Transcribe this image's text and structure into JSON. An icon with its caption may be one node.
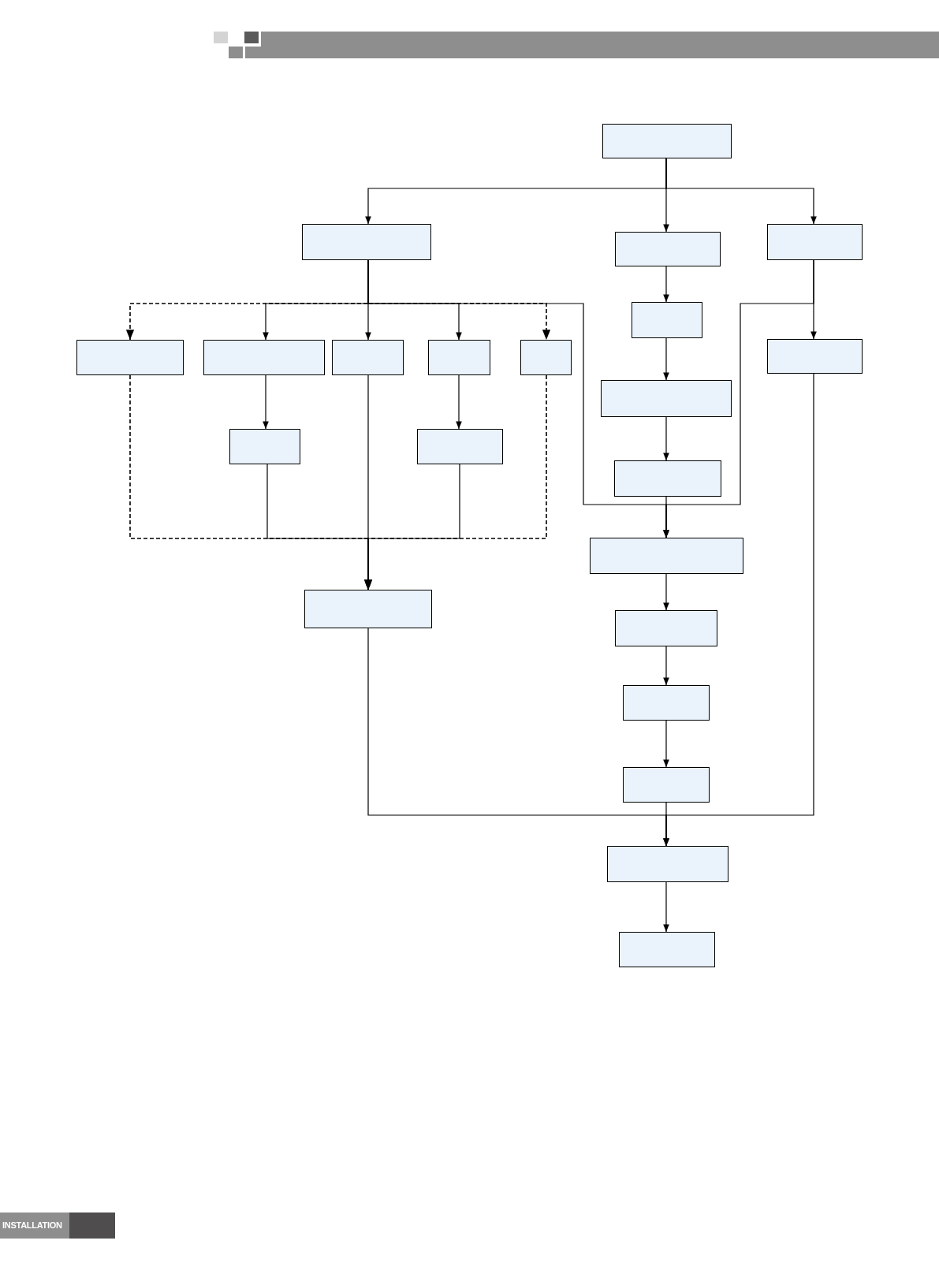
{
  "diagram": {
    "nodes": [
      {
        "text": [],
        "shape": "box"
      },
      {
        "text": [],
        "shape": "box"
      },
      {
        "text": [],
        "shape": "box"
      },
      {
        "text": [],
        "shape": "box"
      },
      {
        "text": [],
        "shape": "box"
      },
      {
        "text": [],
        "shape": "box"
      },
      {
        "text": [],
        "shape": "box"
      },
      {
        "text": [],
        "shape": "box"
      },
      {
        "text": [],
        "shape": "box"
      },
      {
        "text": [],
        "shape": "box"
      },
      {
        "text": [],
        "shape": "box"
      },
      {
        "text": [],
        "shape": "box"
      },
      {
        "text": [],
        "shape": "box"
      },
      {
        "text": [],
        "shape": "box"
      },
      {
        "text": [],
        "shape": "box"
      },
      {
        "text": [],
        "shape": "box"
      },
      {
        "text": [],
        "shape": "box"
      },
      {
        "text": [],
        "shape": "box"
      },
      {
        "text": [],
        "shape": "box"
      },
      {
        "text": [],
        "shape": "box"
      },
      {
        "text": [],
        "shape": "box"
      },
      {
        "text": [],
        "shape": "box"
      }
    ],
    "edges": [
      {
        "from": 0,
        "to": 1,
        "arrow": "to"
      },
      {
        "from": 0,
        "to": 2,
        "arrow": "to"
      },
      {
        "from": 0,
        "to": 3,
        "arrow": "to"
      },
      {
        "from": 1,
        "to": 4,
        "arrow": "to",
        "style": "dashed"
      },
      {
        "from": 1,
        "to": 5,
        "arrow": "to"
      },
      {
        "from": 1,
        "to": 6,
        "arrow": "to"
      },
      {
        "from": 1,
        "to": 7,
        "arrow": "to"
      },
      {
        "from": 1,
        "to": 8,
        "arrow": "to",
        "style": "dashed"
      },
      {
        "from": 1,
        "to": 15,
        "arrow": "to"
      },
      {
        "from": 2,
        "to": 9,
        "arrow": "to"
      },
      {
        "from": 3,
        "to": 10,
        "arrow": "to"
      },
      {
        "from": 3,
        "to": 15,
        "arrow": "to"
      },
      {
        "from": 9,
        "to": 11,
        "arrow": "to"
      },
      {
        "from": 11,
        "to": 14,
        "arrow": "to"
      },
      {
        "from": 14,
        "to": 15,
        "arrow": "to"
      },
      {
        "from": 5,
        "to": 12,
        "arrow": "to"
      },
      {
        "from": 7,
        "to": 13,
        "arrow": "to"
      },
      {
        "from": 4,
        "to": 16,
        "arrow": "to",
        "style": "dashed"
      },
      {
        "from": 12,
        "to": 16,
        "arrow": "to"
      },
      {
        "from": 6,
        "to": 16,
        "arrow": "to"
      },
      {
        "from": 13,
        "to": 16,
        "arrow": "to"
      },
      {
        "from": 8,
        "to": 16,
        "arrow": "to",
        "style": "dashed"
      },
      {
        "from": 15,
        "to": 17,
        "arrow": "to"
      },
      {
        "from": 17,
        "to": 18,
        "arrow": "to"
      },
      {
        "from": 18,
        "to": 19,
        "arrow": "to"
      },
      {
        "from": 19,
        "to": 20,
        "arrow": "to"
      },
      {
        "from": 16,
        "to": 20,
        "arrow": "to"
      },
      {
        "from": 10,
        "to": 20,
        "arrow": "to"
      },
      {
        "from": 20,
        "to": 21,
        "arrow": "to"
      }
    ],
    "labels": [
      "INSTALLATION"
    ]
  }
}
